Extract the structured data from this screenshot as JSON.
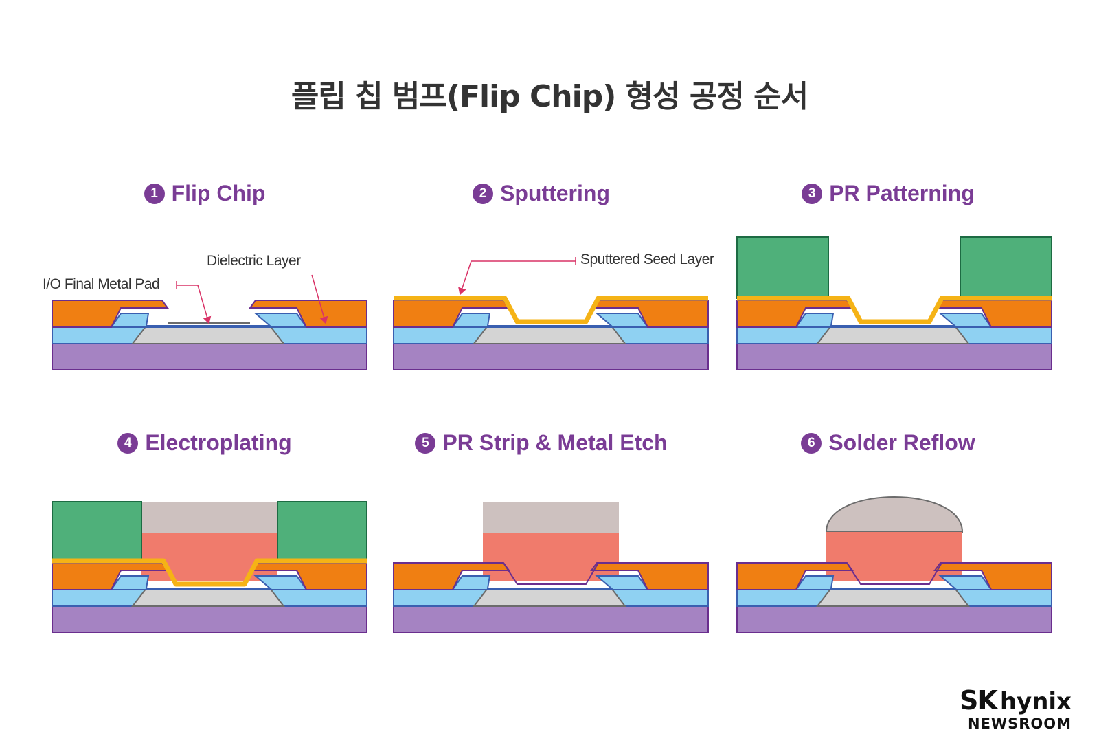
{
  "title": "플립 칩 범프(Flip Chip) 형성 공정 순서",
  "steps": [
    {
      "number": "1",
      "label": "Flip Chip"
    },
    {
      "number": "2",
      "label": "Sputtering"
    },
    {
      "number": "3",
      "label": "PR Patterning"
    },
    {
      "number": "4",
      "label": "Electroplating"
    },
    {
      "number": "5",
      "label": "PR Strip & Metal Etch"
    },
    {
      "number": "6",
      "label": "Solder Reflow"
    }
  ],
  "callouts": {
    "dielectric_layer": "Dielectric Layer",
    "io_final_metal_pad": "I/O Final Metal Pad",
    "sputtered_seed_layer": "Sputtered Seed Layer"
  },
  "colors": {
    "heading": "#7a3c95",
    "substrate": "#a583c2",
    "passivation": "#8fd1f2",
    "metal_pad": "#d4d4d4",
    "dielectric": "#f07f12",
    "seed_layer": "#f5b316",
    "photoresist": "#4fb07a",
    "copper_pillar": "#f07b6c",
    "solder_cap": "#cdc1bf",
    "callout_line": "#d93266"
  },
  "brand": {
    "line1_bold": "SK",
    "line1_rest": "hynix",
    "line2": "NEWSROOM"
  }
}
